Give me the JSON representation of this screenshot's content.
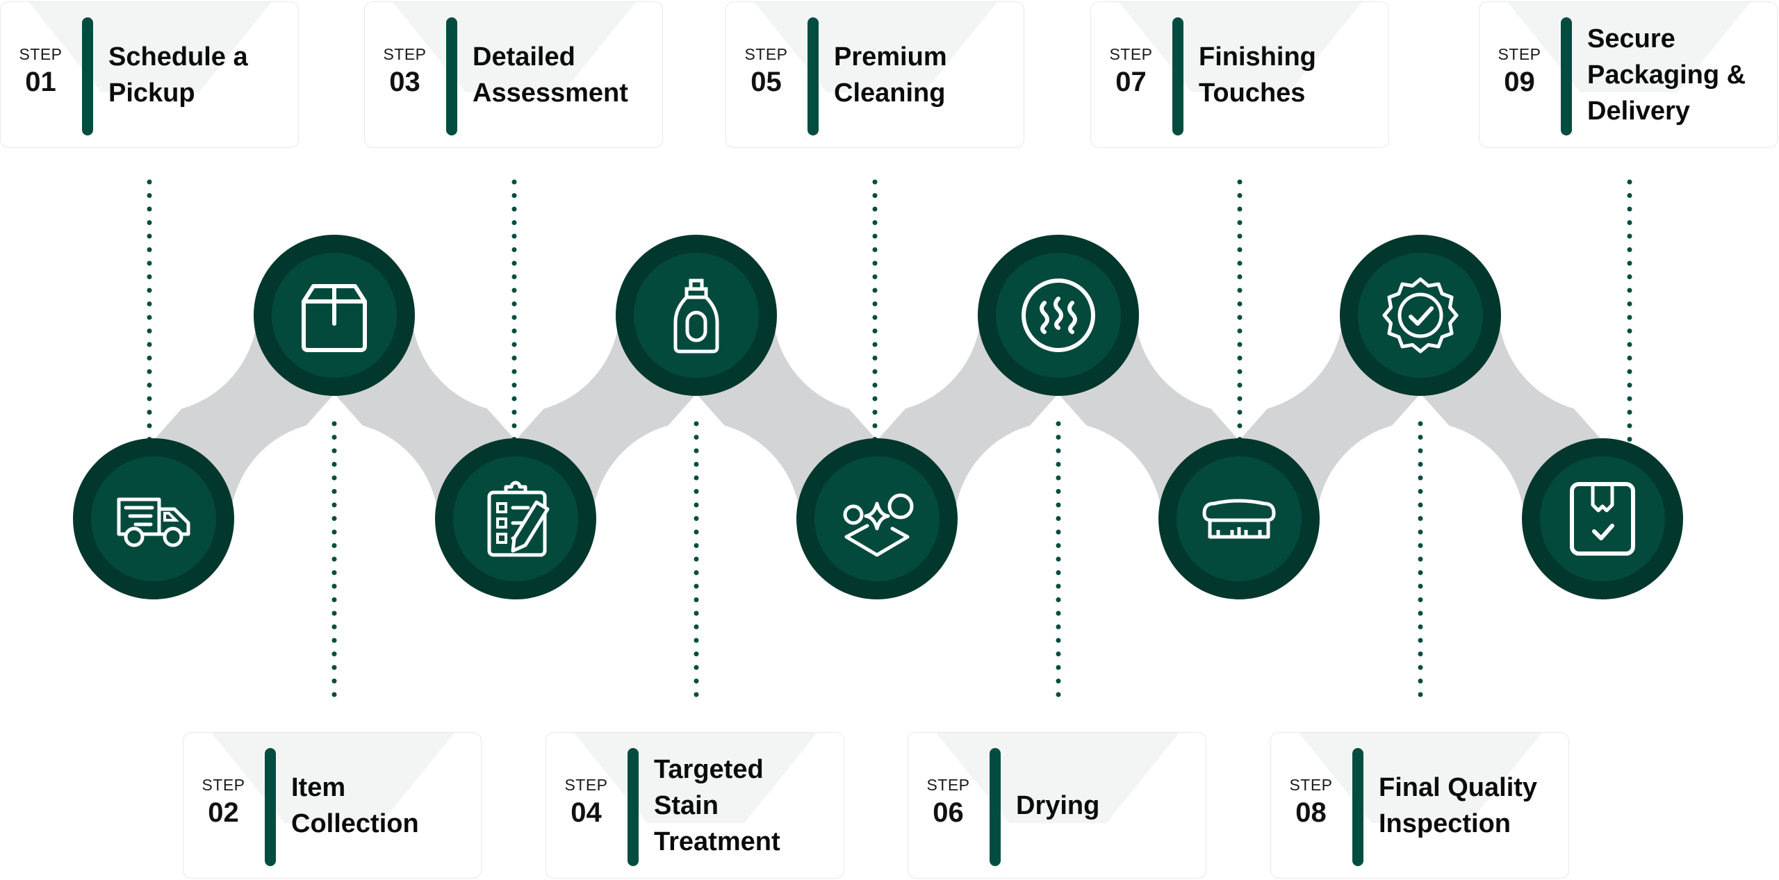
{
  "colors": {
    "accent": "#034d40",
    "circle_outer": "#02372d",
    "circle_inner": "#034a3d",
    "connector": "#d3d4d5",
    "icon_stroke": "#ffffff",
    "card_bg": "#ffffff",
    "card_shade": "#f3f5f4"
  },
  "step_word": "STEP",
  "steps": [
    {
      "num": "01",
      "title": "Schedule a\nPickup",
      "icon": "delivery-truck-icon",
      "row": "bottom-circle"
    },
    {
      "num": "02",
      "title": "Item\nCollection",
      "icon": "box-icon",
      "row": "top-circle"
    },
    {
      "num": "03",
      "title": "Detailed\nAssessment",
      "icon": "clipboard-checklist-icon",
      "row": "bottom-circle"
    },
    {
      "num": "04",
      "title": "Targeted\nStain\nTreatment",
      "icon": "detergent-bottle-icon",
      "row": "top-circle"
    },
    {
      "num": "05",
      "title": "Premium\nCleaning",
      "icon": "sparkle-cleaning-icon",
      "row": "bottom-circle"
    },
    {
      "num": "06",
      "title": "Drying",
      "icon": "steam-heat-icon",
      "row": "top-circle"
    },
    {
      "num": "07",
      "title": "Finishing\nTouches",
      "icon": "brush-icon",
      "row": "bottom-circle"
    },
    {
      "num": "08",
      "title": "Final Quality\nInspection",
      "icon": "quality-badge-check-icon",
      "row": "top-circle"
    },
    {
      "num": "09",
      "title": "Secure\nPackaging &\nDelivery",
      "icon": "package-check-icon",
      "row": "bottom-circle"
    }
  ]
}
